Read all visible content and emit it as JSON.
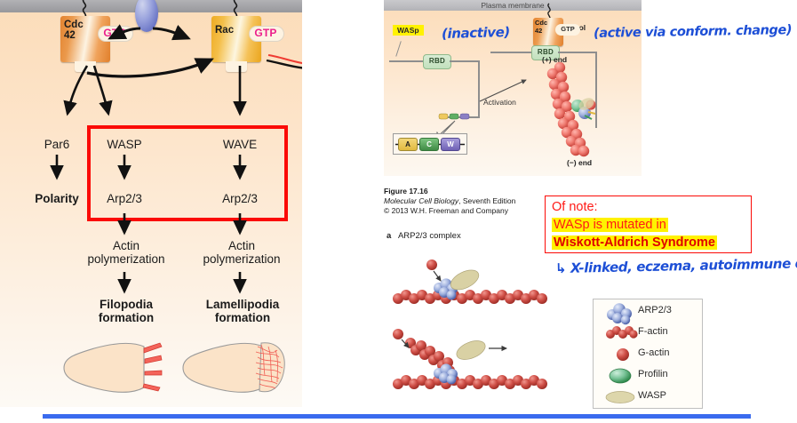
{
  "slide": {
    "bottom_rule_color": "#3a6bee"
  },
  "left_panel": {
    "membrane_fill": "#a3a3a7",
    "gproteins": [
      {
        "name": "cdc42",
        "line1": "Cdc",
        "line2": "42",
        "nucleotide": "GTP"
      },
      {
        "name": "rac",
        "line1": "Rac",
        "line2": "",
        "nucleotide": "GTP"
      }
    ],
    "effectors": {
      "par6": "Par6",
      "wasp": "WASP",
      "wave": "WAVE"
    },
    "outcomes": {
      "polarity": "Polarity",
      "arp_left": "Arp2/3",
      "arp_right": "Arp2/3",
      "actin_left": "Actin\npolymerization",
      "actin_right": "Actin\npolymerization",
      "filopodia": "Filopodia\nformation",
      "lamellipodia": "Lamellipodia\nformation"
    },
    "highlight_box_color": "#fb0a06"
  },
  "right_top_panel": {
    "membrane_label": "Plasma membrane",
    "cytosol_label": "Cytosol",
    "wasp_tag": "WASp",
    "rbd_left": "RBD",
    "rbd_right": "RBD",
    "activation_label": "Activation",
    "plus_end": "(+) end",
    "minus_end": "(−) end",
    "domain_segments": [
      "A",
      "C",
      "W"
    ],
    "gprotein": {
      "line1": "Cdc",
      "line2": "42",
      "nucleotide": "GTP"
    }
  },
  "figure_caption": {
    "line1": "Figure 17.16",
    "line2_italic": "Molecular Cell Biology",
    "line2_rest": ", Seventh Edition",
    "line3": "© 2013 W.H. Freeman and Company"
  },
  "note_box": {
    "line1": "Of note:",
    "line2": "WASp is mutated in",
    "line3": "Wiskott-Aldrich Syndrome",
    "border_color": "#fb0a06",
    "text_color": "#ff1a16",
    "highlight_color": "#fff200"
  },
  "handwriting": {
    "color": "#1d4fd6",
    "inactive": "(inactive)",
    "active": "(active via conform. change)",
    "x_linked": "↳ X-linked, eczema, autoimmune def."
  },
  "arp_section": {
    "panel_letter": "a",
    "panel_title": "ARP2/3 complex"
  },
  "legend": {
    "items": [
      {
        "label": "ARP2/3",
        "icon": "arp23-cluster-icon",
        "color": "#5b74b8"
      },
      {
        "label": "F-actin",
        "icon": "f-actin-chain-icon",
        "color": "#c7322f"
      },
      {
        "label": "G-actin",
        "icon": "g-actin-monomer-icon",
        "color": "#c7322f"
      },
      {
        "label": "Profilin",
        "icon": "profilin-ellipse-icon",
        "color": "#3e9c5a"
      },
      {
        "label": "WASP",
        "icon": "wasp-ellipse-icon",
        "color": "#d8d0a2"
      }
    ]
  }
}
